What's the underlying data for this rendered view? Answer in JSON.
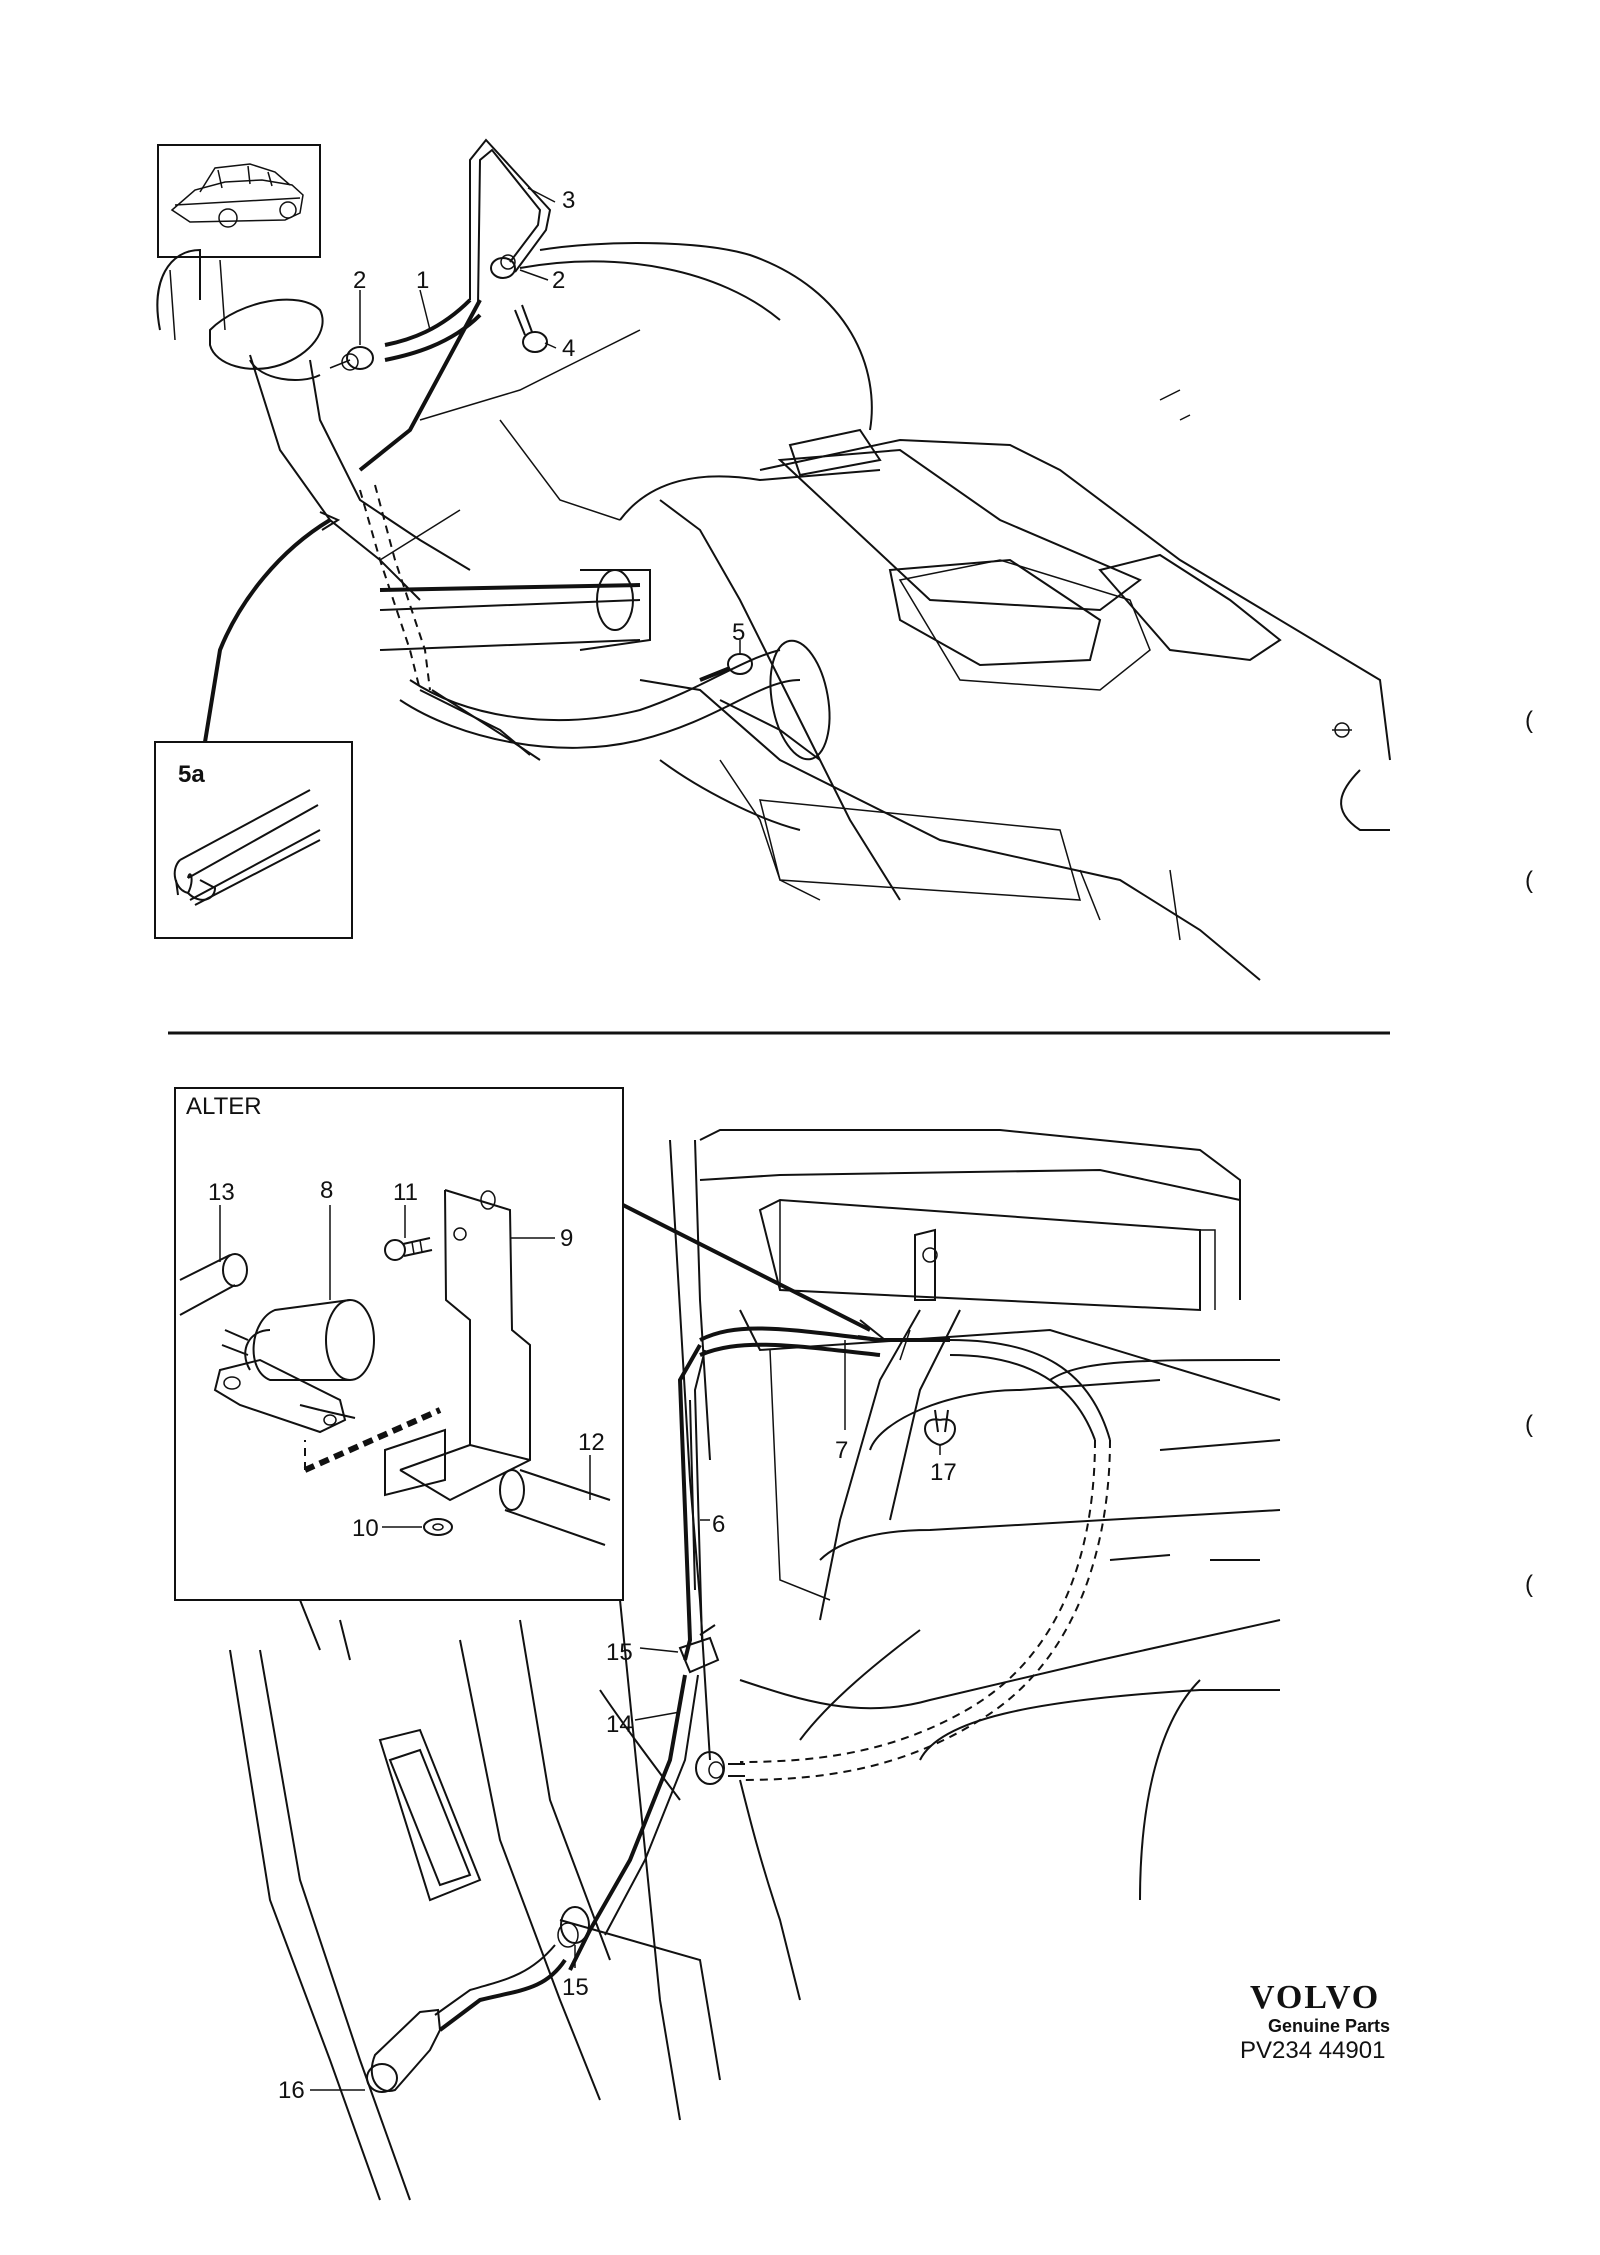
{
  "upper_view": {
    "inset_label": "5a",
    "callouts": [
      {
        "id": "c1",
        "text": "1"
      },
      {
        "id": "c2a",
        "text": "2"
      },
      {
        "id": "c2b",
        "text": "2"
      },
      {
        "id": "c3",
        "text": "3"
      },
      {
        "id": "c4",
        "text": "4"
      },
      {
        "id": "c5",
        "text": "5"
      }
    ]
  },
  "lower_view": {
    "inset_label": "ALTER",
    "callouts": [
      {
        "id": "c6",
        "text": "6"
      },
      {
        "id": "c7",
        "text": "7"
      },
      {
        "id": "c8",
        "text": "8"
      },
      {
        "id": "c9",
        "text": "9"
      },
      {
        "id": "c10",
        "text": "10"
      },
      {
        "id": "c11",
        "text": "11"
      },
      {
        "id": "c12",
        "text": "12"
      },
      {
        "id": "c13",
        "text": "13"
      },
      {
        "id": "c14",
        "text": "14"
      },
      {
        "id": "c15a",
        "text": "15"
      },
      {
        "id": "c15b",
        "text": "15"
      },
      {
        "id": "c16",
        "text": "16"
      },
      {
        "id": "c17",
        "text": "17"
      }
    ]
  },
  "brand": {
    "name": "VOLVO",
    "tagline": "Genuine Parts",
    "code": "PV234 44901"
  }
}
